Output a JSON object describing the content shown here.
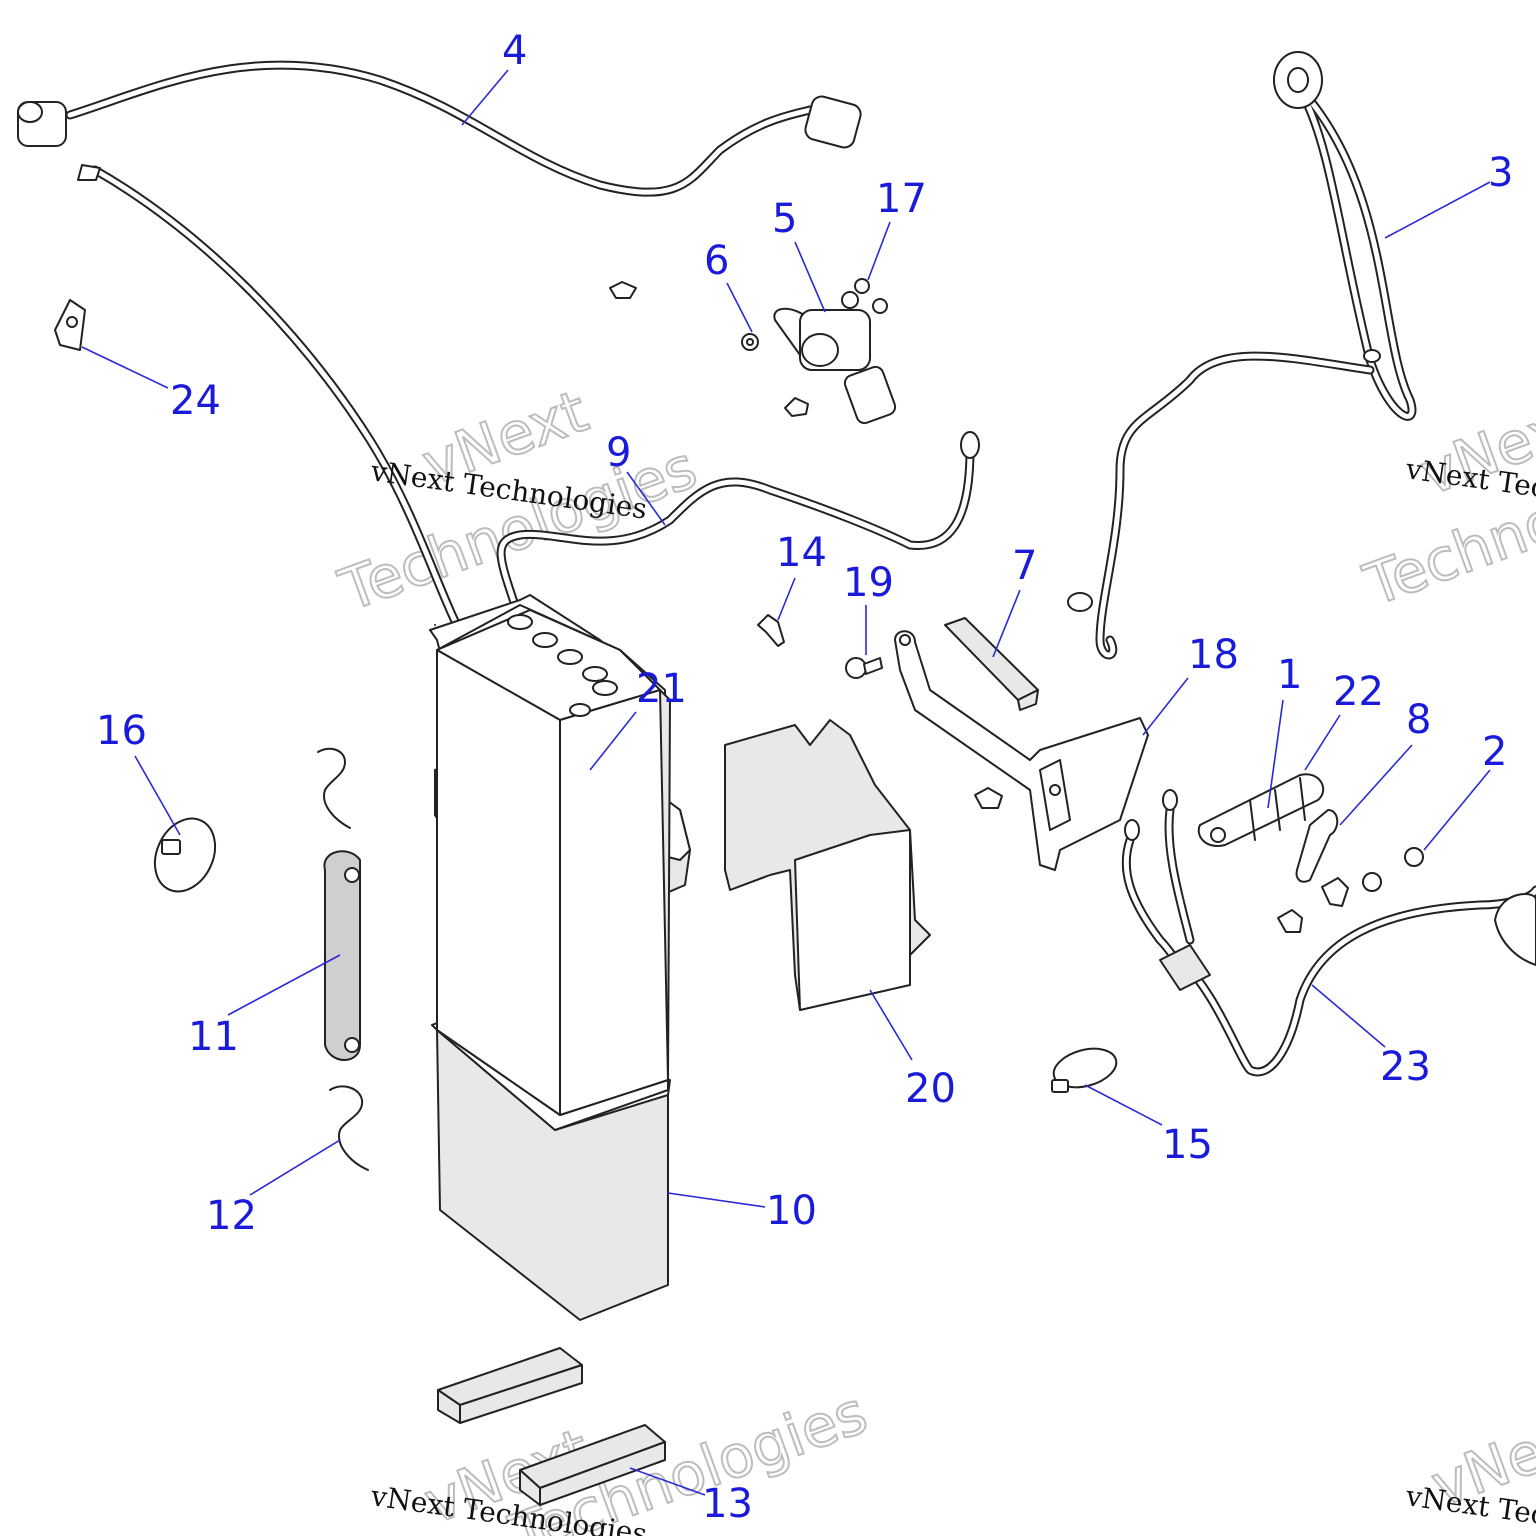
{
  "callouts": [
    {
      "id": "1",
      "label": "1"
    },
    {
      "id": "2",
      "label": "2"
    },
    {
      "id": "3",
      "label": "3"
    },
    {
      "id": "4",
      "label": "4"
    },
    {
      "id": "5",
      "label": "5"
    },
    {
      "id": "6",
      "label": "6"
    },
    {
      "id": "7",
      "label": "7"
    },
    {
      "id": "8",
      "label": "8"
    },
    {
      "id": "9",
      "label": "9"
    },
    {
      "id": "10",
      "label": "10"
    },
    {
      "id": "11",
      "label": "11"
    },
    {
      "id": "12",
      "label": "12"
    },
    {
      "id": "13",
      "label": "13"
    },
    {
      "id": "14",
      "label": "14"
    },
    {
      "id": "15",
      "label": "15"
    },
    {
      "id": "16",
      "label": "16"
    },
    {
      "id": "17",
      "label": "17"
    },
    {
      "id": "18",
      "label": "18"
    },
    {
      "id": "19",
      "label": "19"
    },
    {
      "id": "20",
      "label": "20"
    },
    {
      "id": "21",
      "label": "21"
    },
    {
      "id": "22",
      "label": "22"
    },
    {
      "id": "23",
      "label": "23"
    },
    {
      "id": "24",
      "label": "24"
    }
  ],
  "watermark": {
    "line1": "vNext Technologies",
    "big_word1": "vNext",
    "big_word2": "Technologies",
    "color": "#bdbdbd"
  },
  "colors": {
    "callout": "#1a1adb",
    "outline": "#222222",
    "part_fill": "#e8e8e8"
  }
}
